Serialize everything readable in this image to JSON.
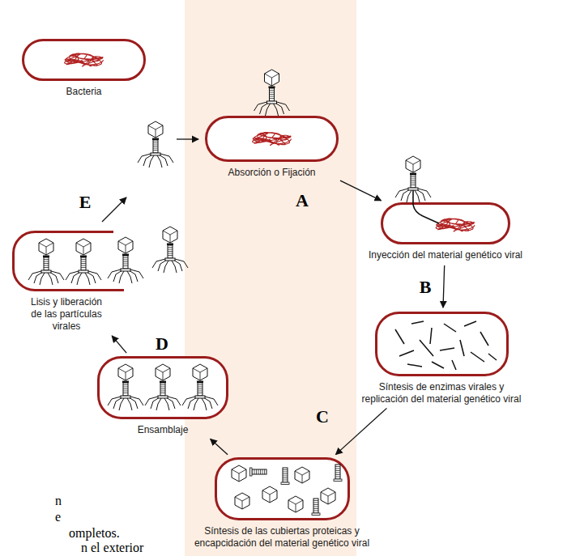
{
  "diagram": {
    "nodes": [
      {
        "text": [
          "Bacteria"
        ]
      },
      {
        "text": [
          "Absorción o Fijación"
        ]
      },
      {
        "text": [
          "Inyección del material genético viral"
        ]
      },
      {
        "text": [
          "Síntesis de enzimas virales y replicación del material genético viral"
        ]
      },
      {
        "text": [
          "Síntesis de las cubiertas proteicas y encapcidación del material genético viral"
        ]
      },
      {
        "text": [
          "Ensamblaje"
        ]
      },
      {
        "text": [
          "Lisis y liberación de las partículas virales"
        ]
      }
    ],
    "edges": [
      {
        "from": 1,
        "to": 2,
        "arrow": "to"
      },
      {
        "from": 2,
        "to": 3,
        "arrow": "to"
      },
      {
        "from": 3,
        "to": 4,
        "arrow": "to"
      },
      {
        "from": 4,
        "to": 5,
        "arrow": "to"
      },
      {
        "from": 5,
        "to": 6,
        "arrow": "to"
      }
    ],
    "labels": [
      "A",
      "B",
      "C",
      "D",
      "E",
      "n",
      "e",
      "ompletos.",
      "n el exterior"
    ]
  }
}
